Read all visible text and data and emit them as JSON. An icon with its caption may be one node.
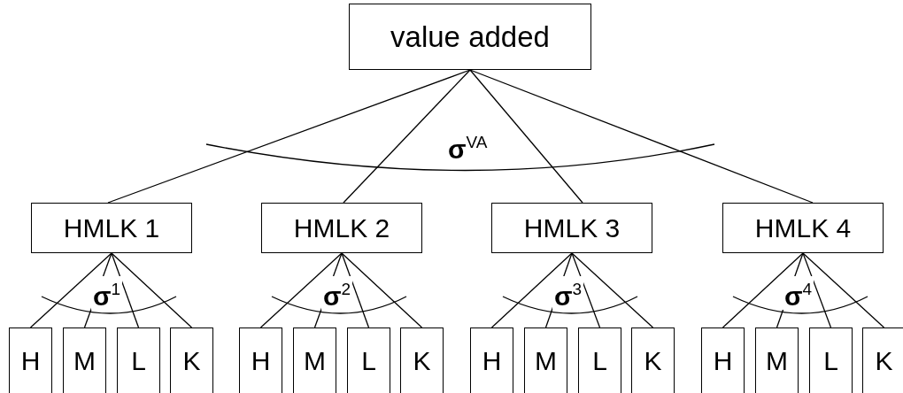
{
  "diagram": {
    "nodes": [
      {
        "text": [
          "value added"
        ]
      },
      {
        "text": [
          "HMLK 1"
        ]
      },
      {
        "text": [
          "HMLK 2"
        ]
      },
      {
        "text": [
          "HMLK 3"
        ]
      },
      {
        "text": [
          "HMLK 4"
        ]
      },
      {
        "text": [
          "H"
        ]
      },
      {
        "text": [
          "M"
        ]
      },
      {
        "text": [
          "L"
        ]
      },
      {
        "text": [
          "K"
        ]
      },
      {
        "text": [
          "H"
        ]
      },
      {
        "text": [
          "M"
        ]
      },
      {
        "text": [
          "L"
        ]
      },
      {
        "text": [
          "K"
        ]
      },
      {
        "text": [
          "H"
        ]
      },
      {
        "text": [
          "M"
        ]
      },
      {
        "text": [
          "L"
        ]
      },
      {
        "text": [
          "K"
        ]
      },
      {
        "text": [
          "H"
        ]
      },
      {
        "text": [
          "M"
        ]
      },
      {
        "text": [
          "L"
        ]
      },
      {
        "text": [
          "K"
        ]
      }
    ],
    "edges": [
      {
        "from": 0,
        "to": 1,
        "arrow": "none"
      },
      {
        "from": 0,
        "to": 2,
        "arrow": "none"
      },
      {
        "from": 0,
        "to": 3,
        "arrow": "none"
      },
      {
        "from": 0,
        "to": 4,
        "arrow": "none"
      },
      {
        "from": 1,
        "to": 5,
        "arrow": "none"
      },
      {
        "from": 1,
        "to": 6,
        "arrow": "none"
      },
      {
        "from": 1,
        "to": 7,
        "arrow": "none"
      },
      {
        "from": 1,
        "to": 8,
        "arrow": "none"
      },
      {
        "from": 2,
        "to": 9,
        "arrow": "none"
      },
      {
        "from": 2,
        "to": 10,
        "arrow": "none"
      },
      {
        "from": 2,
        "to": 11,
        "arrow": "none"
      },
      {
        "from": 2,
        "to": 12,
        "arrow": "none"
      },
      {
        "from": 3,
        "to": 13,
        "arrow": "none"
      },
      {
        "from": 3,
        "to": 14,
        "arrow": "none"
      },
      {
        "from": 3,
        "to": 15,
        "arrow": "none"
      },
      {
        "from": 3,
        "to": 16,
        "arrow": "none"
      },
      {
        "from": 4,
        "to": 17,
        "arrow": "none"
      },
      {
        "from": 4,
        "to": 18,
        "arrow": "none"
      },
      {
        "from": 4,
        "to": 19,
        "arrow": "none"
      },
      {
        "from": 4,
        "to": 20,
        "arrow": "none"
      }
    ],
    "labels": [
      "**σ**$^{VA}$",
      "**σ**$^{1}$",
      "**σ**$^{2}$",
      "**σ**$^{3}$",
      "**σ**$^{4}$"
    ]
  }
}
